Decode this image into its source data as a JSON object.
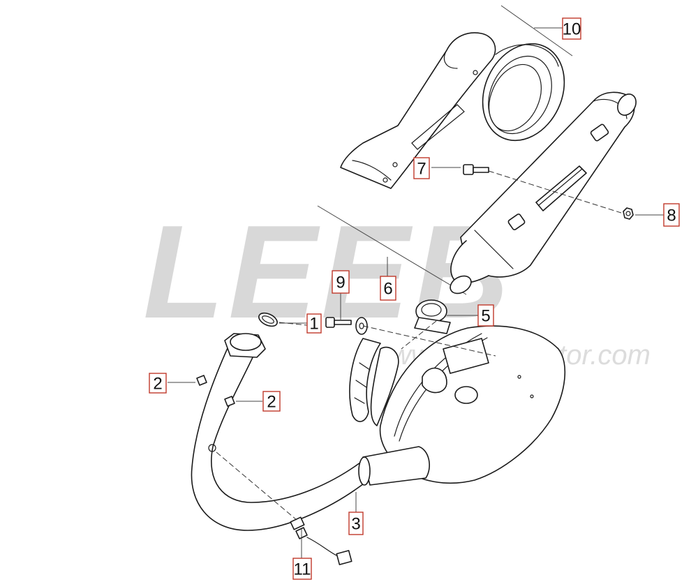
{
  "watermark": {
    "letters": "LEEB",
    "url": "www.leeb-motor.com",
    "color": "#d8d8d8"
  },
  "callouts": [
    {
      "id": "1",
      "label": "1"
    },
    {
      "id": "2a",
      "label": "2"
    },
    {
      "id": "2b",
      "label": "2"
    },
    {
      "id": "3",
      "label": "3"
    },
    {
      "id": "5",
      "label": "5"
    },
    {
      "id": "6",
      "label": "6"
    },
    {
      "id": "7",
      "label": "7"
    },
    {
      "id": "8",
      "label": "8"
    },
    {
      "id": "9",
      "label": "9"
    },
    {
      "id": "10",
      "label": "10"
    },
    {
      "id": "11",
      "label": "11"
    }
  ],
  "colors": {
    "callout_border": "#c0392b",
    "line": "#1a1a1a"
  }
}
